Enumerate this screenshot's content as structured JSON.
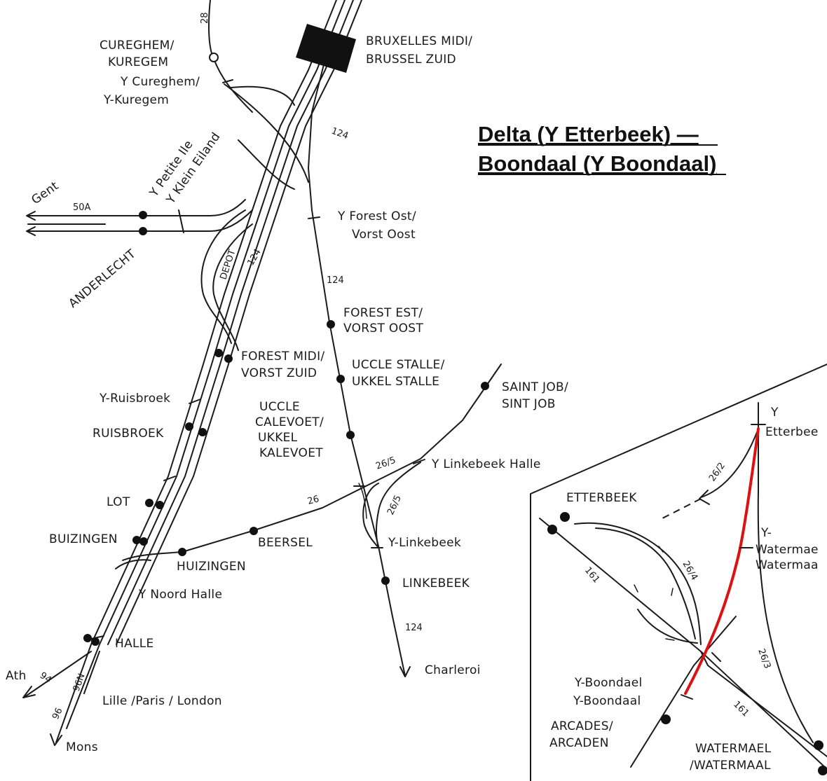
{
  "title": {
    "line1": "Delta (Y Etterbeek) —",
    "line2": "Boondaal (Y Boondaal)"
  },
  "colors": {
    "highlight": "#e01010",
    "ink": "#1a1a1a"
  },
  "stations": {
    "cureghem": [
      "CUREGHEM/",
      "KUREGEM"
    ],
    "bruxelles_midi": [
      "BRUXELLES MIDI/",
      "BRUSSEL ZUID"
    ],
    "y_cureghem": [
      "Y Cureghem/",
      "Y-Kuregem"
    ],
    "y_petite_ile": [
      "Y Petite Ile",
      "Y Klein Eiland"
    ],
    "anderlecht": "ANDERLECHT",
    "depot": "DEPOT",
    "y_forest_ost": [
      "Y Forest Ost/",
      "Vorst Oost"
    ],
    "forest_est": [
      "FOREST EST/",
      "VORST OOST"
    ],
    "forest_midi": [
      "FOREST MIDI/",
      "VORST ZUID"
    ],
    "uccle_stalle": [
      "UCCLE STALLE/",
      "UKKEL STALLE"
    ],
    "y_ruisbroek": "Y-Ruisbroek",
    "ruisbroek": "RUISBROEK",
    "uccle_calevoet": [
      "UCCLE",
      "CALEVOET/",
      "UKKEL",
      "KALEVOET"
    ],
    "saint_job": [
      "SAINT JOB/",
      "SINT JOB"
    ],
    "y_linkebeek_halle": "Y Linkebeek Halle",
    "lot": "LOT",
    "buizingen": "BUIZINGEN",
    "beersel": "BEERSEL",
    "huizingen": "HUIZINGEN",
    "y_linkebeek": "Y-Linkebeek",
    "y_noord_halle": "Y Noord Halle",
    "linkebeek": "LINKEBEEK",
    "halle": "HALLE",
    "charleroi": "Charleroi",
    "ath": "Ath",
    "lille": "Lille /Paris / London",
    "mons": "Mons",
    "gent": "Gent",
    "y_etterbeek": [
      "Y",
      "Etterbee"
    ],
    "etterbeek": "ETTERBEEK",
    "y_watermael": [
      "Y-",
      "Watermae",
      "Watermaa"
    ],
    "y_boondael": [
      "Y-Boondael",
      "Y-Boondaal"
    ],
    "arcades": [
      "ARCADES/",
      "ARCADEN"
    ],
    "watermael": [
      "WATERMAEL",
      "/WATERMAAL"
    ]
  },
  "line_numbers": {
    "l28": "28",
    "l124a": "124",
    "l124b": "124",
    "l124c": "124",
    "l124d": "124",
    "l50a": "50A",
    "l26": "26",
    "l26_5a": "26/5",
    "l26_5b": "26/5",
    "l94": "94",
    "l96n": "96N",
    "l96": "96",
    "l161a": "161",
    "l161b": "161",
    "l26_2": "26/2",
    "l26_4": "26/4",
    "l26_3": "26/3"
  }
}
